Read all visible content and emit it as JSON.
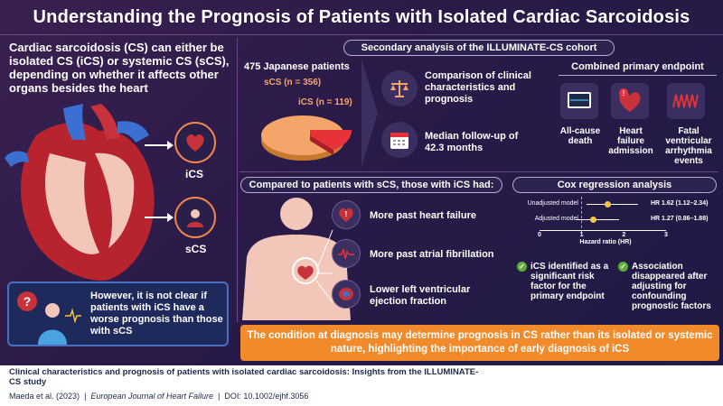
{
  "title": "Understanding the Prognosis of Patients with Isolated Cardiac Sarcoidosis",
  "intro": "Cardiac sarcoidosis (CS) can either be isolated CS (iCS) or systemic CS (sCS), depending on whether it affects other organs besides the heart",
  "types": {
    "ics_label": "iCS",
    "scs_label": "sCS"
  },
  "unclear": "However, it is not clear if patients with iCS have a worse prognosis than those with sCS",
  "secondary": {
    "header": "Secondary analysis of the ILLUMINATE-CS cohort",
    "population": "475 Japanese patients",
    "scs_count": "sCS (n = 356)",
    "ics_count": "iCS (n = 119)",
    "pie": {
      "scs": 356,
      "ics": 119
    },
    "comparison": "Comparison of clinical characteristics and prognosis",
    "followup": "Median follow-up of 42.3 months"
  },
  "endpoint": {
    "header": "Combined primary endpoint",
    "items": [
      "All-cause death",
      "Heart failure admission",
      "Fatal ventricular arrhythmia events"
    ]
  },
  "compare": {
    "header": "Compared to patients with sCS, those with iCS had:",
    "items": [
      "More past heart failure",
      "More past atrial fibrillation",
      "Lower left ventricular ejection fraction"
    ]
  },
  "cox": {
    "header": "Cox regression analysis",
    "rows": [
      {
        "label": "Unadjusted model",
        "hr": "HR 1.62 (1.12–2.34)"
      },
      {
        "label": "Adjusted model",
        "hr": "HR 1.27 (0.86–1.88)"
      }
    ],
    "ticks": [
      "0",
      "1",
      "2",
      "3"
    ],
    "xlabel": "Hazard ratio (HR)",
    "findings": [
      "iCS identified as a significant risk factor for the primary endpoint",
      "Association disappeared after adjusting for confounding prognostic factors"
    ]
  },
  "chart_data": {
    "type": "scatter",
    "title": "Cox regression analysis",
    "xlabel": "Hazard ratio (HR)",
    "xlim": [
      0,
      3
    ],
    "categories": [
      "Unadjusted model",
      "Adjusted model"
    ],
    "series": [
      {
        "name": "",
        "estimate": [
          1.62,
          1.27
        ],
        "ci_low": [
          1.12,
          0.86
        ],
        "ci_high": [
          2.34,
          1.88
        ]
      }
    ]
  },
  "conclusion": "The condition at diagnosis may determine prognosis in CS rather than its isolated or systemic nature, highlighting the importance of early diagnosis of iCS",
  "caption": {
    "title": "Clinical characteristics and prognosis of patients with isolated cardiac sarcoidosis: Insights from the ILLUMINATE-CS study",
    "authors": "Maeda et al. (2023)",
    "sep1": "|",
    "journal": "European Journal of Heart Failure",
    "sep2": "|",
    "doi": "DOI: 10.1002/ejhf.3056"
  },
  "colors": {
    "accent": "#f08a2a",
    "background": "#2a1a48",
    "point": "#f5c542",
    "check": "#5fae3a"
  }
}
